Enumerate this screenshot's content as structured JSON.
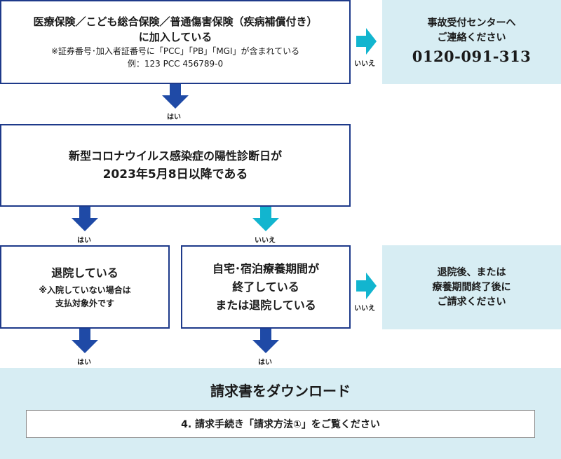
{
  "q1": {
    "line1": "医療保険／こども総合保険／普通傷害保険（疾病補償付き）",
    "line2": "に加入している",
    "note": "※証券番号･加入者証番号に「PCC」「PB」「MGI」が含まれている",
    "example": "例：123 PCC 456789-0"
  },
  "contact_panel": {
    "line1": "事故受付センターへ",
    "line2": "ご連絡ください",
    "phone": "0120-091-313"
  },
  "q2": {
    "line1": "新型コロナウイルス感染症の陽性診断日が",
    "line2": "2023年5月8日以降である"
  },
  "q3": {
    "line1": "退院している",
    "note1": "※入院していない場合は",
    "note2": "支払対象外です"
  },
  "q4": {
    "line1": "自宅･宿泊療養期間が",
    "line2": "終了している",
    "line3": "または退院している"
  },
  "wait_panel": {
    "line1": "退院後、または",
    "line2": "療養期間終了後に",
    "line3": "ご請求ください"
  },
  "labels": {
    "yes": "はい",
    "no": "いいえ"
  },
  "bottom": {
    "title": "請求書をダウンロード",
    "instruction": "4. 請求手続き「請求方法①」をご覧ください"
  },
  "colors": {
    "box_border": "#1e3a8a",
    "yes_arrow": "#1f4aa6",
    "no_arrow": "#12b5cf",
    "panel_bg": "#d7edf3"
  }
}
